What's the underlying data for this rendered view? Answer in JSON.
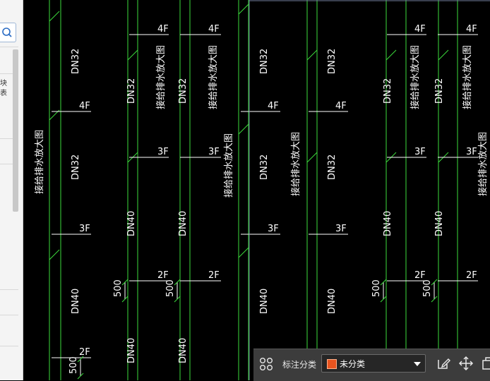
{
  "side_panel": {
    "truncated_text": "块\n表"
  },
  "labels": {
    "floor_2f": "2F",
    "floor_3f": "3F",
    "floor_4f": "4F",
    "pipe_dn32": "DN32",
    "pipe_dn40": "DN40",
    "dim_500": "500",
    "detail_ref": "接给排水放大图"
  },
  "toolbar": {
    "annotate_label": "标注分类",
    "category_value": "未分类",
    "category_color": "#e8541f"
  },
  "colors": {
    "pipe": "#3cdc3c",
    "line": "#ffffff",
    "background": "#000000"
  }
}
